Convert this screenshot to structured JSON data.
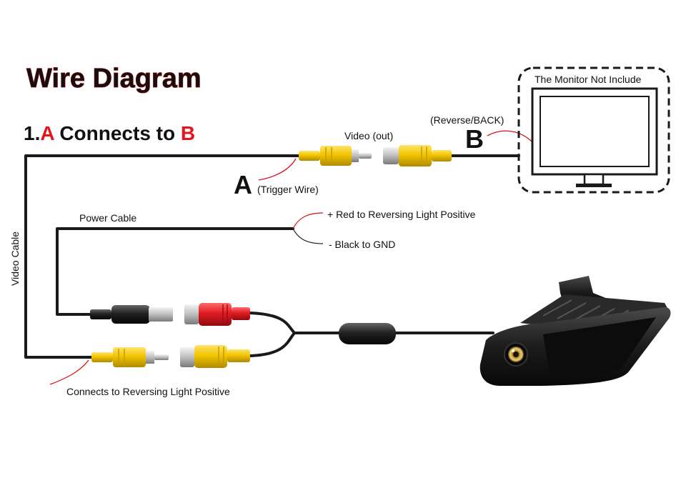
{
  "title": "Wire Diagram",
  "step": {
    "prefix": "1.",
    "a": "A",
    "middle": " Connects to ",
    "b": "B"
  },
  "monitor": {
    "caption": "The Monitor Not Include"
  },
  "labels": {
    "reverse_back": "(Reverse/BACK)",
    "point_b": "B",
    "video_out": "Video (out)",
    "point_a": "A",
    "trigger_wire": "(Trigger Wire)",
    "power_cable": "Power Cable",
    "red_positive": "+ Red to Reversing Light Positive",
    "black_gnd": "- Black to GND",
    "video_cable": "Video Cable",
    "connects_reversing": "Connects to Reversing Light Positive"
  },
  "colors": {
    "title_red": "#e8141c",
    "wire": "#1a1a1a",
    "rca_yellow": "#f2c400",
    "rca_red": "#e01b22",
    "annotation_red": "#d8141c"
  }
}
